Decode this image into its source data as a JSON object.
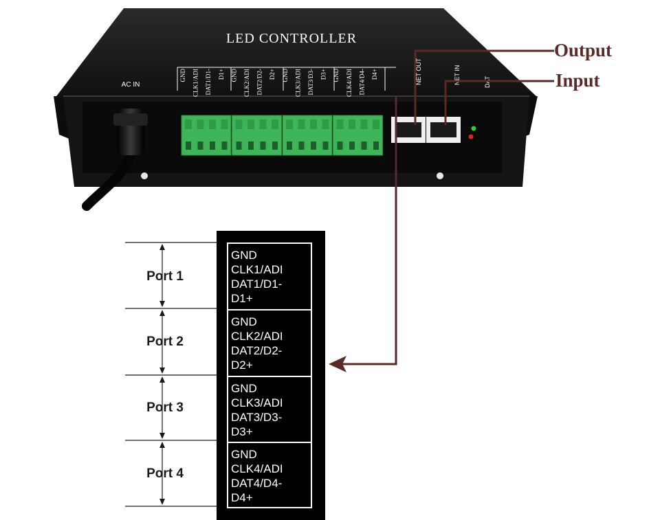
{
  "device": {
    "title": "LED CONTROLLER",
    "power_label": "AC IN",
    "net_out_label": "NET OUT",
    "net_in_label": "NET IN",
    "status_label": "DAT",
    "terminal_labels": [
      "GND",
      "CLK1/ADI",
      "DAT1/D1-",
      "D1+",
      "GND",
      "CLK2/ADI",
      "DAT2/D2-",
      "D2+",
      "GND",
      "CLK3/ADI",
      "DAT3/D3-",
      "D3+",
      "GND",
      "CLK4/ADI",
      "DAT4/D4-",
      "D4+"
    ]
  },
  "callouts": {
    "output": "Output",
    "input": "Input"
  },
  "ports": [
    {
      "label": "Port 1",
      "pins": [
        "GND",
        "CLK1/ADI",
        "DAT1/D1-",
        "D1+"
      ]
    },
    {
      "label": "Port 2",
      "pins": [
        "GND",
        "CLK2/ADI",
        "DAT2/D2-",
        "D2+"
      ]
    },
    {
      "label": "Port 3",
      "pins": [
        "GND",
        "CLK3/ADI",
        "DAT3/D3-",
        "D3+"
      ]
    },
    {
      "label": "Port 4",
      "pins": [
        "GND",
        "CLK4/ADI",
        "DAT4/D4-",
        "D4+"
      ]
    }
  ],
  "colors": {
    "callout_line": "#5a2a27",
    "terminal_block": "#3fb55a",
    "enclosure": "#161616",
    "led_green": "#33cc33",
    "led_red": "#dd2222"
  }
}
